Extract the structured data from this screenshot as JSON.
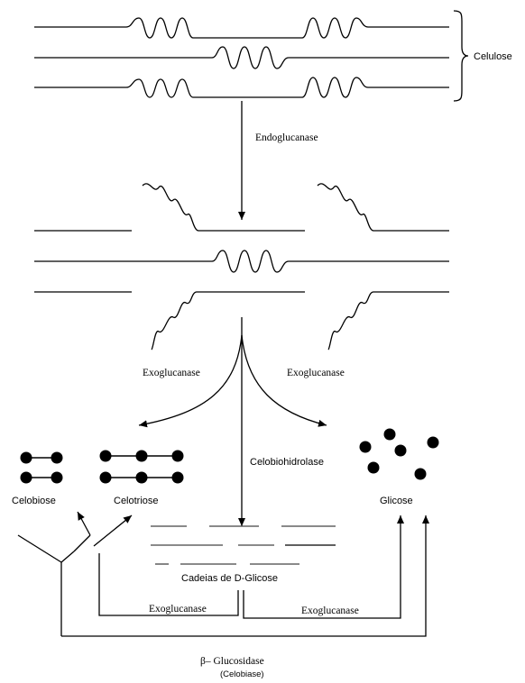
{
  "labels": {
    "celulose": "Celulose",
    "endoglucanase": "Endoglucanase",
    "exoglucanase_left": "Exoglucanase",
    "exoglucanase_right": "Exoglucanase",
    "celobiohidrolase": "Celobiohidrolase",
    "celobiose": "Celobiose",
    "celotriose": "Celotriose",
    "glicose": "Glicose",
    "cadeias": "Cadeias de D-Glicose",
    "exoglucanase_bottom_left": "Exoglucanase",
    "exoglucanase_bottom_right": "Exoglucanase",
    "beta_glucosidase": "β– Glucosidase",
    "celobiase": "(Celobiase)"
  },
  "icons": {
    "wave": "amorphous-region-wave",
    "dot": "glucose-unit-dot",
    "arrow": "arrow-head"
  }
}
